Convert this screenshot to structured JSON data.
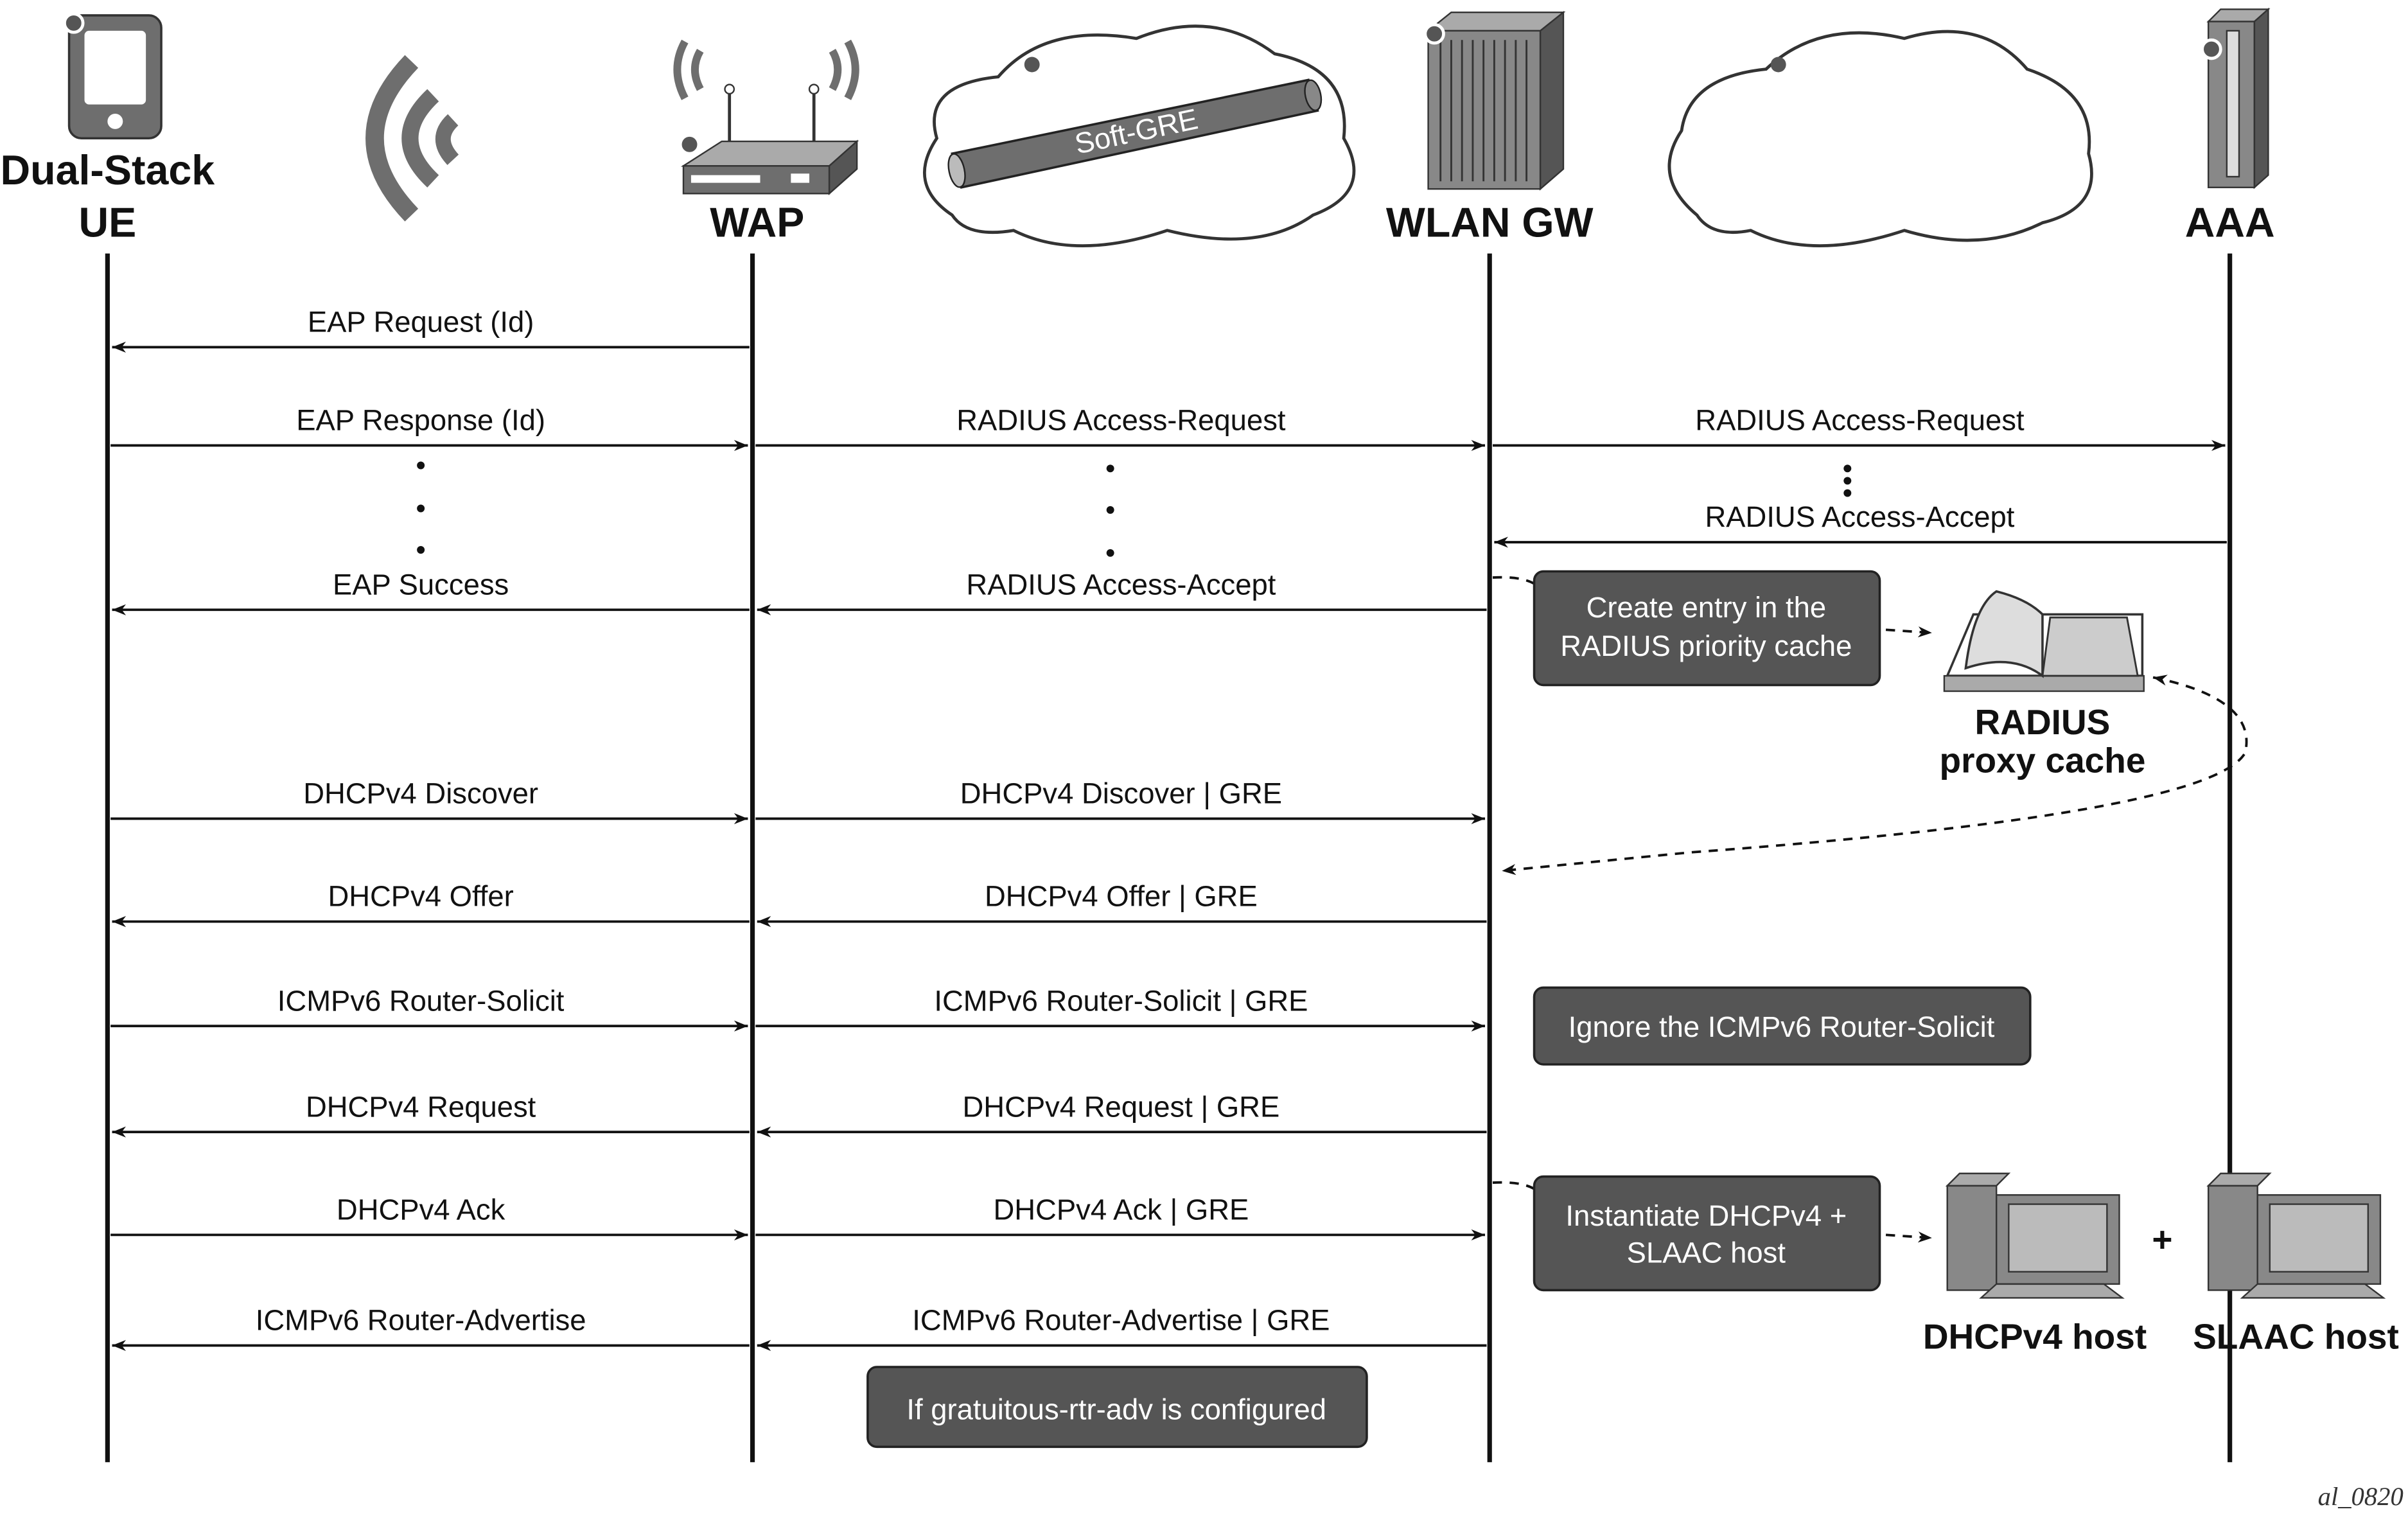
{
  "entities": {
    "ue": {
      "line1": "Dual-Stack",
      "line2": "UE",
      "icon": "mobile-phone-icon"
    },
    "wap": {
      "label": "WAP",
      "icon": "wireless-router-icon"
    },
    "wlan_gw": {
      "label": "WLAN GW",
      "icon": "server-rack-icon"
    },
    "aaa": {
      "label": "AAA",
      "icon": "server-tower-icon"
    }
  },
  "tunnel_label": "Soft-GRE",
  "messages": [
    {
      "label": "EAP Request (Id)",
      "from": "WAP",
      "to": "UE"
    },
    {
      "label": "EAP Response (Id)",
      "from": "UE",
      "to": "WAP"
    },
    {
      "label": "RADIUS Access-Request",
      "from": "WAP",
      "to": "WLAN GW"
    },
    {
      "label": "RADIUS Access-Request",
      "from": "WLAN GW",
      "to": "AAA"
    },
    {
      "label": "RADIUS Access-Accept",
      "from": "AAA",
      "to": "WLAN GW"
    },
    {
      "label": "EAP Success",
      "from": "WAP",
      "to": "UE"
    },
    {
      "label": "RADIUS Access-Accept",
      "from": "WLAN GW",
      "to": "WAP"
    },
    {
      "label": "DHCPv4 Discover",
      "from": "UE",
      "to": "WAP"
    },
    {
      "label": "DHCPv4 Discover | GRE",
      "from": "WAP",
      "to": "WLAN GW"
    },
    {
      "label": "DHCPv4 Offer",
      "from": "WAP",
      "to": "UE"
    },
    {
      "label": "DHCPv4 Offer | GRE",
      "from": "WLAN GW",
      "to": "WAP"
    },
    {
      "label": "ICMPv6 Router-Solicit",
      "from": "UE",
      "to": "WAP"
    },
    {
      "label": "ICMPv6 Router-Solicit | GRE",
      "from": "WAP",
      "to": "WLAN GW"
    },
    {
      "label": "DHCPv4 Request",
      "from": "WAP",
      "to": "UE"
    },
    {
      "label": "DHCPv4 Request | GRE",
      "from": "WLAN GW",
      "to": "WAP"
    },
    {
      "label": "DHCPv4 Ack",
      "from": "UE",
      "to": "WAP"
    },
    {
      "label": "DHCPv4 Ack | GRE",
      "from": "WAP",
      "to": "WLAN GW"
    },
    {
      "label": "ICMPv6 Router-Advertise",
      "from": "WAP",
      "to": "UE"
    },
    {
      "label": "ICMPv6 Router-Advertise | GRE",
      "from": "WLAN GW",
      "to": "WAP"
    }
  ],
  "notes": {
    "cache_entry": {
      "line1": "Create entry in the",
      "line2": "RADIUS priority cache"
    },
    "ignore_rs": "Ignore the ICMPv6 Router-Solicit",
    "instantiate": {
      "line1": "Instantiate DHCPv4 +",
      "line2": "SLAAC host"
    },
    "gratuitous": "If gratuitous-rtr-adv is configured"
  },
  "cache": {
    "line1": "RADIUS",
    "line2": "proxy cache",
    "icon": "open-book-icon"
  },
  "hosts": {
    "dhcp": "DHCPv4 host",
    "plus": "+",
    "slaac": "SLAAC host",
    "icon": "desktop-computer-icon"
  },
  "figure_id": "al_0820",
  "colors": {
    "note_fill": "#555555",
    "icon_gray": "#6e6e6e",
    "cloud_fill": "#ffffff"
  }
}
